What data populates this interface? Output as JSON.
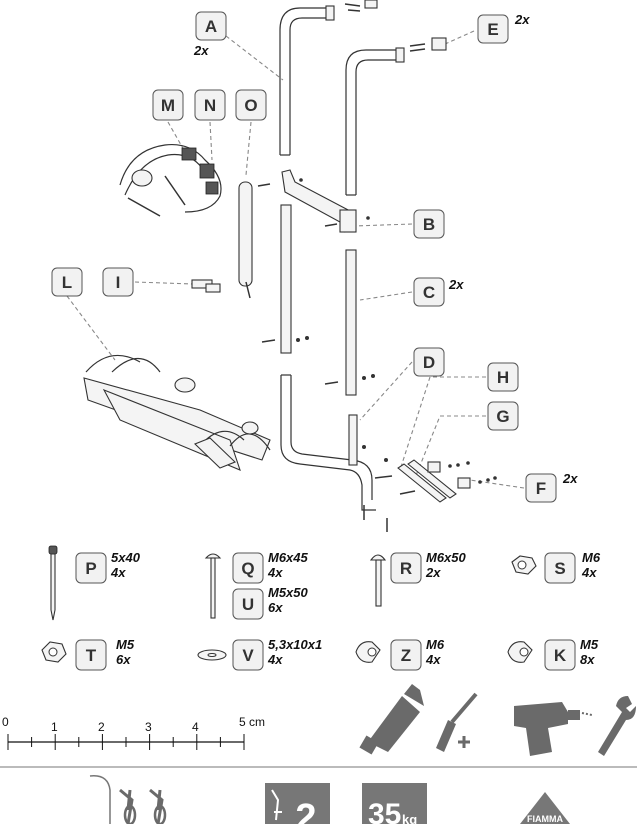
{
  "labels": {
    "A": {
      "letter": "A",
      "qty": "2x"
    },
    "B": {
      "letter": "B"
    },
    "C": {
      "letter": "C",
      "qty": "2x"
    },
    "D": {
      "letter": "D"
    },
    "E": {
      "letter": "E",
      "qty": "2x"
    },
    "F": {
      "letter": "F",
      "qty": "2x"
    },
    "G": {
      "letter": "G"
    },
    "H": {
      "letter": "H"
    },
    "I": {
      "letter": "I"
    },
    "L": {
      "letter": "L"
    },
    "M": {
      "letter": "M"
    },
    "N": {
      "letter": "N"
    },
    "O": {
      "letter": "O"
    }
  },
  "hardware": [
    {
      "letter": "P",
      "spec": "5x40",
      "qty": "4x"
    },
    {
      "letter": "Q",
      "spec": "M6x45",
      "qty": "4x"
    },
    {
      "letter": "U",
      "spec": "M5x50",
      "qty": "6x"
    },
    {
      "letter": "R",
      "spec": "M6x50",
      "qty": "2x"
    },
    {
      "letter": "S",
      "spec": "M6",
      "qty": "4x"
    },
    {
      "letter": "T",
      "spec": "M5",
      "qty": "6x"
    },
    {
      "letter": "V",
      "spec": "5,3x10x1",
      "qty": "4x"
    },
    {
      "letter": "Z",
      "spec": "M6",
      "qty": "4x"
    },
    {
      "letter": "K",
      "spec": "M5",
      "qty": "8x"
    }
  ],
  "ruler": {
    "ticks": [
      "0",
      "1",
      "2",
      "3",
      "4"
    ],
    "end_label": "5 cm"
  },
  "tools": [
    "grease-tube-icon",
    "screwdriver-plus-icon",
    "power-drill-icon",
    "wrench-icon"
  ],
  "footer": {
    "bikes_badge": "2",
    "weight_badge": "35",
    "weight_unit": "kg",
    "brand": "FIAMMA"
  },
  "colors": {
    "label_fill": "#f2f2f2",
    "badge_gray": "#777777",
    "tool_gray": "#6a6a6a"
  }
}
